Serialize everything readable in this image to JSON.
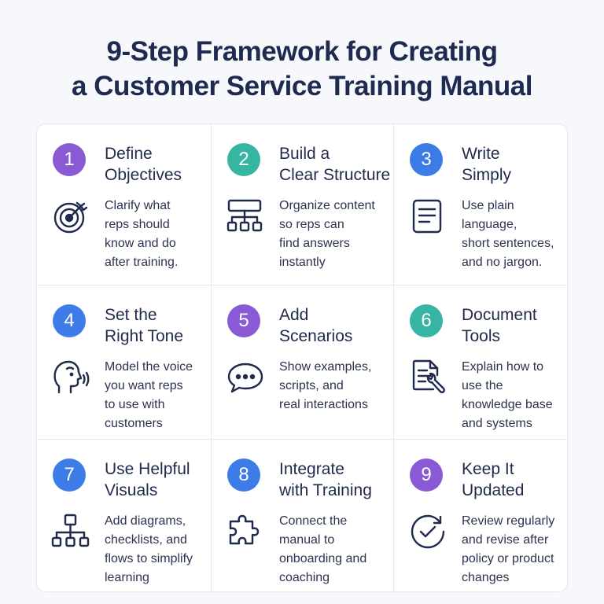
{
  "title": {
    "line1": "9-Step Framework for Creating",
    "line2": "a Customer Service Training Manual"
  },
  "steps": [
    {
      "number": "1",
      "color": "#8a5ad6",
      "icon": "target-icon",
      "title": [
        "Define",
        "Objectives"
      ],
      "desc": [
        "Clarify what",
        "reps should",
        "know and do",
        "after training."
      ]
    },
    {
      "number": "2",
      "color": "#37b5a3",
      "icon": "org-chart-icon",
      "title": [
        "Build a",
        "Clear Structure"
      ],
      "desc": [
        "Organize content",
        "so reps can",
        "find answers",
        "instantly"
      ]
    },
    {
      "number": "3",
      "color": "#3d7be6",
      "icon": "document-lines-icon",
      "title": [
        "Write",
        "Simply"
      ],
      "desc": [
        "Use plain",
        "language,",
        "short sentences,",
        "and no jargon."
      ]
    },
    {
      "number": "4",
      "color": "#3d7be6",
      "icon": "speaking-head-icon",
      "title": [
        "Set the",
        "Right Tone"
      ],
      "desc": [
        "Model the voice",
        "you want reps",
        "to use with",
        "customers"
      ]
    },
    {
      "number": "5",
      "color": "#8a5ad6",
      "icon": "chat-bubble-icon",
      "title": [
        "Add",
        "Scenarios"
      ],
      "desc": [
        "Show examples,",
        "scripts, and",
        "real interactions"
      ]
    },
    {
      "number": "6",
      "color": "#37b5a3",
      "icon": "document-wrench-icon",
      "title": [
        "Document",
        "Tools"
      ],
      "desc": [
        "Explain how to",
        "use the",
        "knowledge base",
        "and systems"
      ]
    },
    {
      "number": "7",
      "color": "#3d7be6",
      "icon": "flowchart-icon",
      "title": [
        "Use Helpful",
        "Visuals"
      ],
      "desc": [
        "Add diagrams,",
        "checklists, and",
        "flows to simplify",
        "learning"
      ]
    },
    {
      "number": "8",
      "color": "#3d7be6",
      "icon": "puzzle-piece-icon",
      "title": [
        "Integrate",
        "with Training"
      ],
      "desc": [
        "Connect the",
        "manual to",
        "onboarding and",
        "coaching"
      ]
    },
    {
      "number": "9",
      "color": "#8a5ad6",
      "icon": "refresh-check-icon",
      "title": [
        "Keep It",
        "Updated"
      ],
      "desc": [
        "Review regularly",
        "and revise after",
        "policy or product",
        "changes"
      ]
    }
  ]
}
